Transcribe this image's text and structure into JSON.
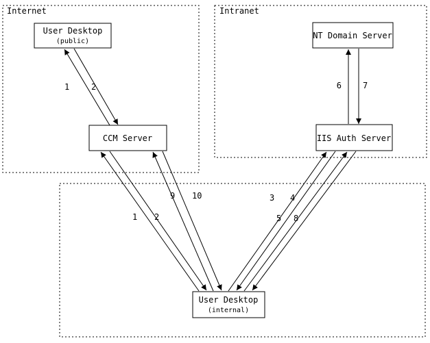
{
  "diagram": {
    "zones": {
      "internet": {
        "label": "Internet"
      },
      "intranet": {
        "label": "Intranet"
      }
    },
    "nodes": {
      "user_desktop_public": {
        "title": "User Desktop",
        "subtitle": "(public)"
      },
      "ccm_server": {
        "title": "CCM Server"
      },
      "nt_domain_server": {
        "title": "NT Domain Server"
      },
      "iis_auth_server": {
        "title": "IIS Auth Server"
      },
      "user_desktop_internal": {
        "title": "User Desktop",
        "subtitle": "(internal)"
      }
    },
    "edge_labels": {
      "public_ccm": {
        "a": "1",
        "b": "2"
      },
      "nt_iis": {
        "a": "6",
        "b": "7"
      },
      "ccm_internal_a": {
        "a": "1",
        "b": "2"
      },
      "ccm_internal_b": {
        "a": "9",
        "b": "10"
      },
      "iis_internal_a": {
        "a": "3",
        "b": "4"
      },
      "iis_internal_b": {
        "a": "5",
        "b": "8"
      }
    },
    "colors": {
      "line": "#000000",
      "background": "#ffffff"
    }
  }
}
